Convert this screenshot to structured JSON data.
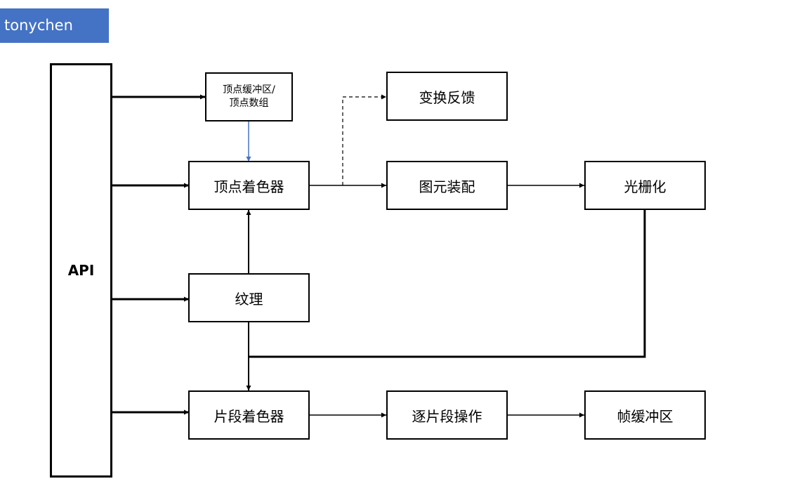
{
  "author": "tonychen",
  "nodes": {
    "api": "API",
    "vertex_buffer": "顶点缓冲区/\n顶点数组",
    "transform_feedback": "变换反馈",
    "vertex_shader": "顶点着色器",
    "primitive_assembly": "图元装配",
    "rasterization": "光栅化",
    "texture": "纹理",
    "fragment_shader": "片段着色器",
    "per_fragment_ops": "逐片段操作",
    "framebuffer": "帧缓冲区"
  },
  "colors": {
    "tag_background": "#4472c4",
    "tag_text": "#ffffff",
    "blue_arrow": "#4472c4",
    "line": "#000000"
  }
}
